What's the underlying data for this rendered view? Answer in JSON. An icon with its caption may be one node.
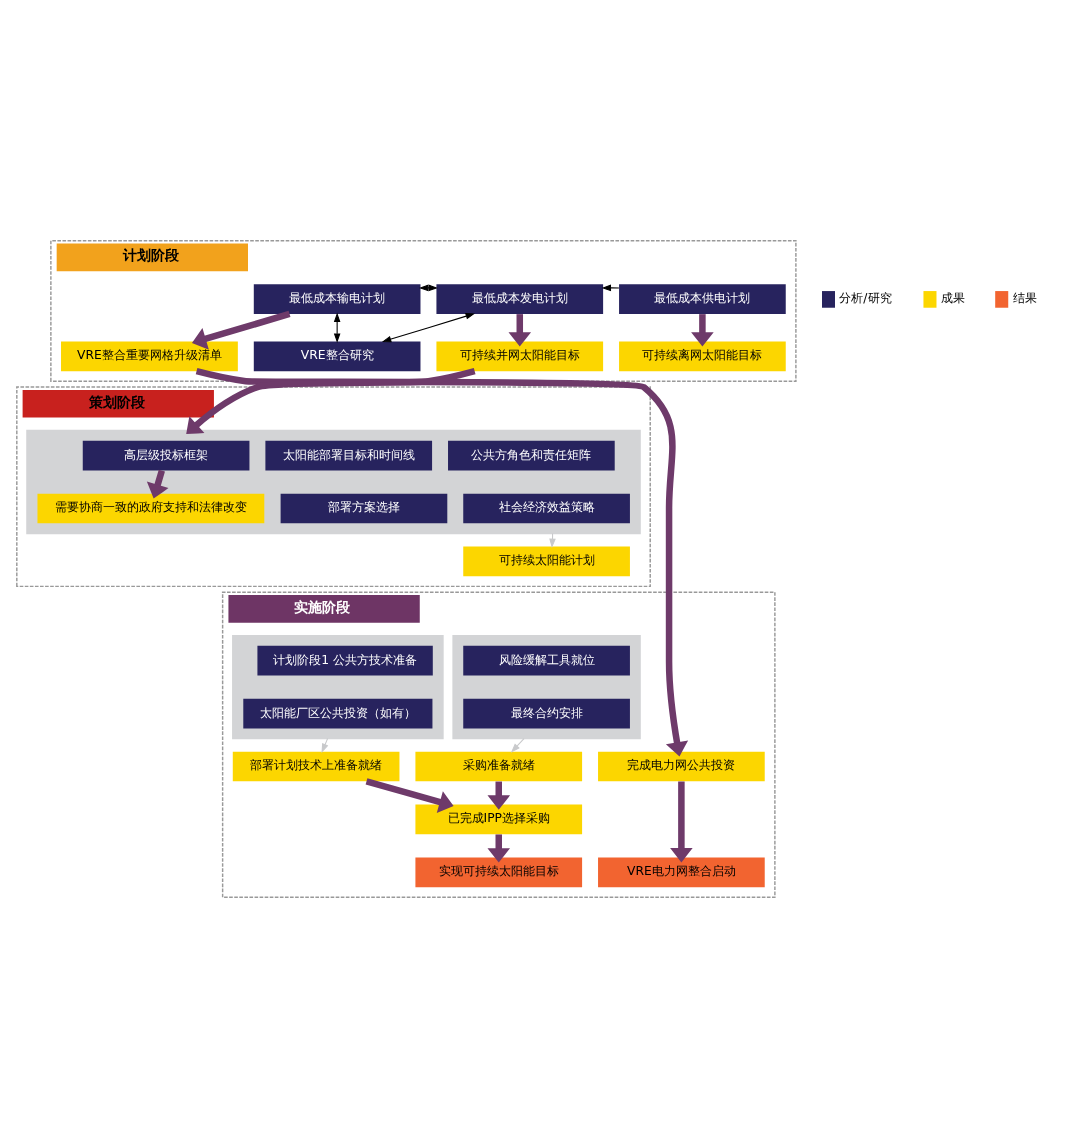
{
  "diagram": {
    "nodes": [
      {
        "text": [
          "计划阶段"
        ]
      },
      {
        "text": [
          "最低成本输电计划"
        ],
        "in": 0
      },
      {
        "text": [
          "最低成本发电计划"
        ],
        "in": 0
      },
      {
        "text": [
          "最低成本供电计划"
        ],
        "in": 0
      },
      {
        "text": [
          "VRE整合研究"
        ],
        "in": 0
      },
      {
        "text": [
          "VRE整合重要网格升级清单"
        ],
        "in": 0
      },
      {
        "text": [
          "可持续并网太阳能目标"
        ],
        "in": 0
      },
      {
        "text": [
          "可持续离网太阳能目标"
        ],
        "in": 0
      },
      {
        "text": [
          "策划阶段"
        ]
      },
      {
        "text": [],
        "shape": "box",
        "in": 8
      },
      {
        "text": [
          "高层级投标框架"
        ],
        "in": 9
      },
      {
        "text": [
          "太阳能部署目标和时间线"
        ],
        "in": 9
      },
      {
        "text": [
          "公共方角色和责任矩阵"
        ],
        "in": 9
      },
      {
        "text": [
          "需要协商一致的政府支持和法律改变"
        ],
        "in": 9
      },
      {
        "text": [
          "部署方案选择"
        ],
        "in": 9
      },
      {
        "text": [
          "社会经济效益策略"
        ],
        "in": 9
      },
      {
        "text": [
          "可持续太阳能计划"
        ],
        "in": 8
      },
      {
        "text": [
          "实施阶段"
        ]
      },
      {
        "text": [],
        "shape": "box",
        "in": 17
      },
      {
        "text": [
          "计划阶段1 公共方技术准备"
        ],
        "in": 18
      },
      {
        "text": [
          "太阳能厂区公共投资（如有）"
        ],
        "in": 18
      },
      {
        "text": [],
        "shape": "box",
        "in": 17
      },
      {
        "text": [
          "风险缓解工具就位"
        ],
        "in": 21
      },
      {
        "text": [
          "最终合约安排"
        ],
        "in": 21
      },
      {
        "text": [
          "部署计划技术上准备就绪"
        ],
        "in": 17
      },
      {
        "text": [
          "采购准备就绪"
        ],
        "in": 17
      },
      {
        "text": [
          "已完成IPP选择采购"
        ],
        "in": 17
      },
      {
        "text": [
          "实现可持续太阳能目标"
        ],
        "in": 17
      },
      {
        "text": [
          "完成电力网公共投资"
        ],
        "in": 17
      },
      {
        "text": [
          "VRE电力网整合启动"
        ],
        "in": 17
      }
    ],
    "edges": [
      {
        "from": 1,
        "to": 2,
        "arrow": "both",
        "color": "#000000"
      },
      {
        "from": 1,
        "to": 4,
        "arrow": "both",
        "color": "#000000"
      },
      {
        "from": 2,
        "to": 4,
        "arrow": "both",
        "color": "#000000"
      },
      {
        "from": 3,
        "to": 2,
        "arrow": "to",
        "color": "#000000"
      },
      {
        "from": 1,
        "to": 5,
        "arrow": "to"
      },
      {
        "from": 2,
        "to": 6,
        "arrow": "to"
      },
      {
        "from": 3,
        "to": 7,
        "arrow": "to"
      },
      {
        "from": 6,
        "to": 9,
        "arrow": "to"
      },
      {
        "from": 10,
        "to": 13,
        "arrow": "to"
      },
      {
        "from": 9,
        "to": 16,
        "arrow": "to",
        "color": "#c8c9cb"
      },
      {
        "from": 5,
        "to": 28,
        "arrow": "to"
      },
      {
        "from": 18,
        "to": 24,
        "arrow": "to",
        "color": "#c8c9cb"
      },
      {
        "from": 21,
        "to": 25,
        "arrow": "to",
        "color": "#c8c9cb"
      },
      {
        "from": 24,
        "to": 26,
        "arrow": "to"
      },
      {
        "from": 25,
        "to": 26,
        "arrow": "to"
      },
      {
        "from": 26,
        "to": 27,
        "arrow": "to"
      },
      {
        "from": 28,
        "to": 29,
        "arrow": "to"
      }
    ],
    "legend": [
      {
        "text": "分析/研究",
        "color": "#27235e"
      },
      {
        "text": "成果",
        "color": "#fcd600"
      },
      {
        "text": "结果",
        "color": "#f26430"
      }
    ]
  }
}
